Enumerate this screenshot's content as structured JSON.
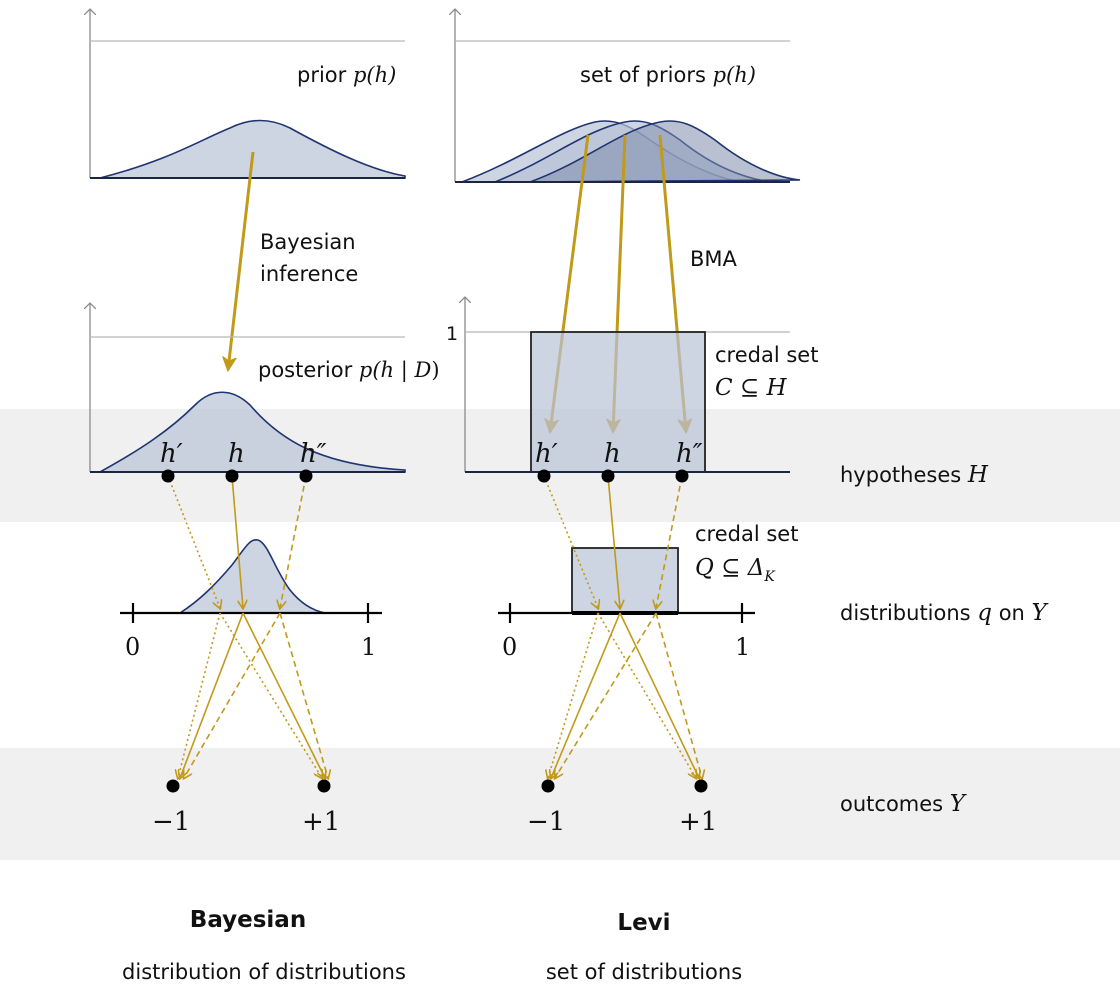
{
  "labels": {
    "prior": "prior ",
    "prior_math": "p(h)",
    "set_of_priors": "set of priors ",
    "set_of_priors_math": "p(h)",
    "bayesian_inference_line1": "Bayesian",
    "bayesian_inference_line2": "inference",
    "bma": "BMA",
    "posterior": "posterior ",
    "posterior_math_open": "p(h | ",
    "posterior_math_D": "D",
    "posterior_math_close": ")",
    "one": "1",
    "credal_set_top": "credal set",
    "credal_set_top_math_C": "C ⊆ ",
    "credal_set_top_math_H": "H",
    "credal_set_bottom": "credal set",
    "credal_set_bottom_math": "Q ⊆ Δ",
    "credal_set_bottom_sub": "K",
    "h_prime": "h′",
    "h": "h",
    "h_double_prime": "h″"
  },
  "rows": {
    "hypotheses": "hypotheses ",
    "hypotheses_math": "H",
    "distributions": "distributions ",
    "distributions_q": "q",
    "distributions_on": " on ",
    "distributions_math": "Y",
    "outcomes": "outcomes ",
    "outcomes_math": "Y"
  },
  "axis_ticks": {
    "zero": "0",
    "one": "1",
    "minus_one": "−1",
    "plus_one": "+1"
  },
  "captions": {
    "bayesian_title": "Bayesian",
    "bayesian_subtitle": "distribution of distributions",
    "levi_title": "Levi",
    "levi_subtitle": "set of distributions"
  },
  "colors": {
    "band": "#f0f0f0",
    "curve_fill": "#b8c2d6",
    "curve_stroke": "#1f3470",
    "arrow": "#c19a19"
  }
}
